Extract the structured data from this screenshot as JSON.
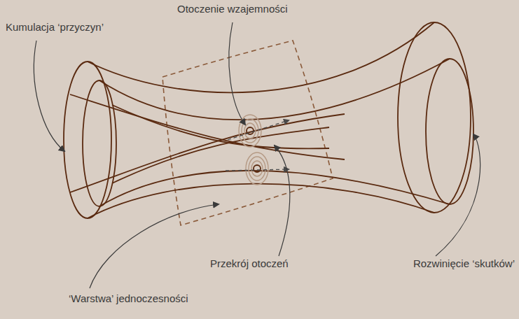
{
  "diagram": {
    "labels": [
      "Kumulacja ‘przyczyn’",
      "Otoczenie wzajemności",
      "Przekrój otoczeń",
      "Rozwinięcie ‘skutków’",
      "‘Warstwa’ jednoczesności"
    ]
  }
}
